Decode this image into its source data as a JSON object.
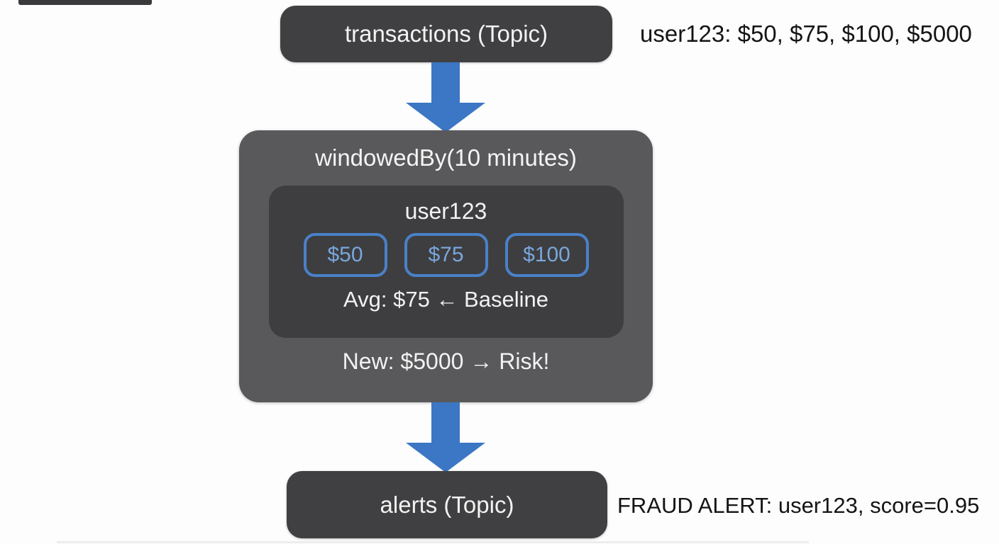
{
  "colors": {
    "background": "#fdfdfd",
    "topic_box": "#404042",
    "window_box": "#59595b",
    "session_card": "#3e3e40",
    "arrow_blue": "#3b77c4",
    "chip_border_blue": "#4a80c8",
    "chip_text_blue": "#79a6dd",
    "light_text": "#f2f2f2",
    "dark_text": "#141414"
  },
  "source_topic": {
    "label": "transactions (Topic)"
  },
  "input_annotation": "user123: $50, $75, $100, $5000",
  "window": {
    "title": "windowedBy(10 minutes)",
    "session": {
      "user": "user123",
      "chips": [
        "$50",
        "$75",
        "$100"
      ],
      "baseline": "Avg: $75 ← Baseline"
    },
    "new_event": "New: $5000 → Risk!"
  },
  "sink_topic": {
    "label": "alerts (Topic)"
  },
  "output_annotation": "FRAUD ALERT: user123, score=0.95"
}
